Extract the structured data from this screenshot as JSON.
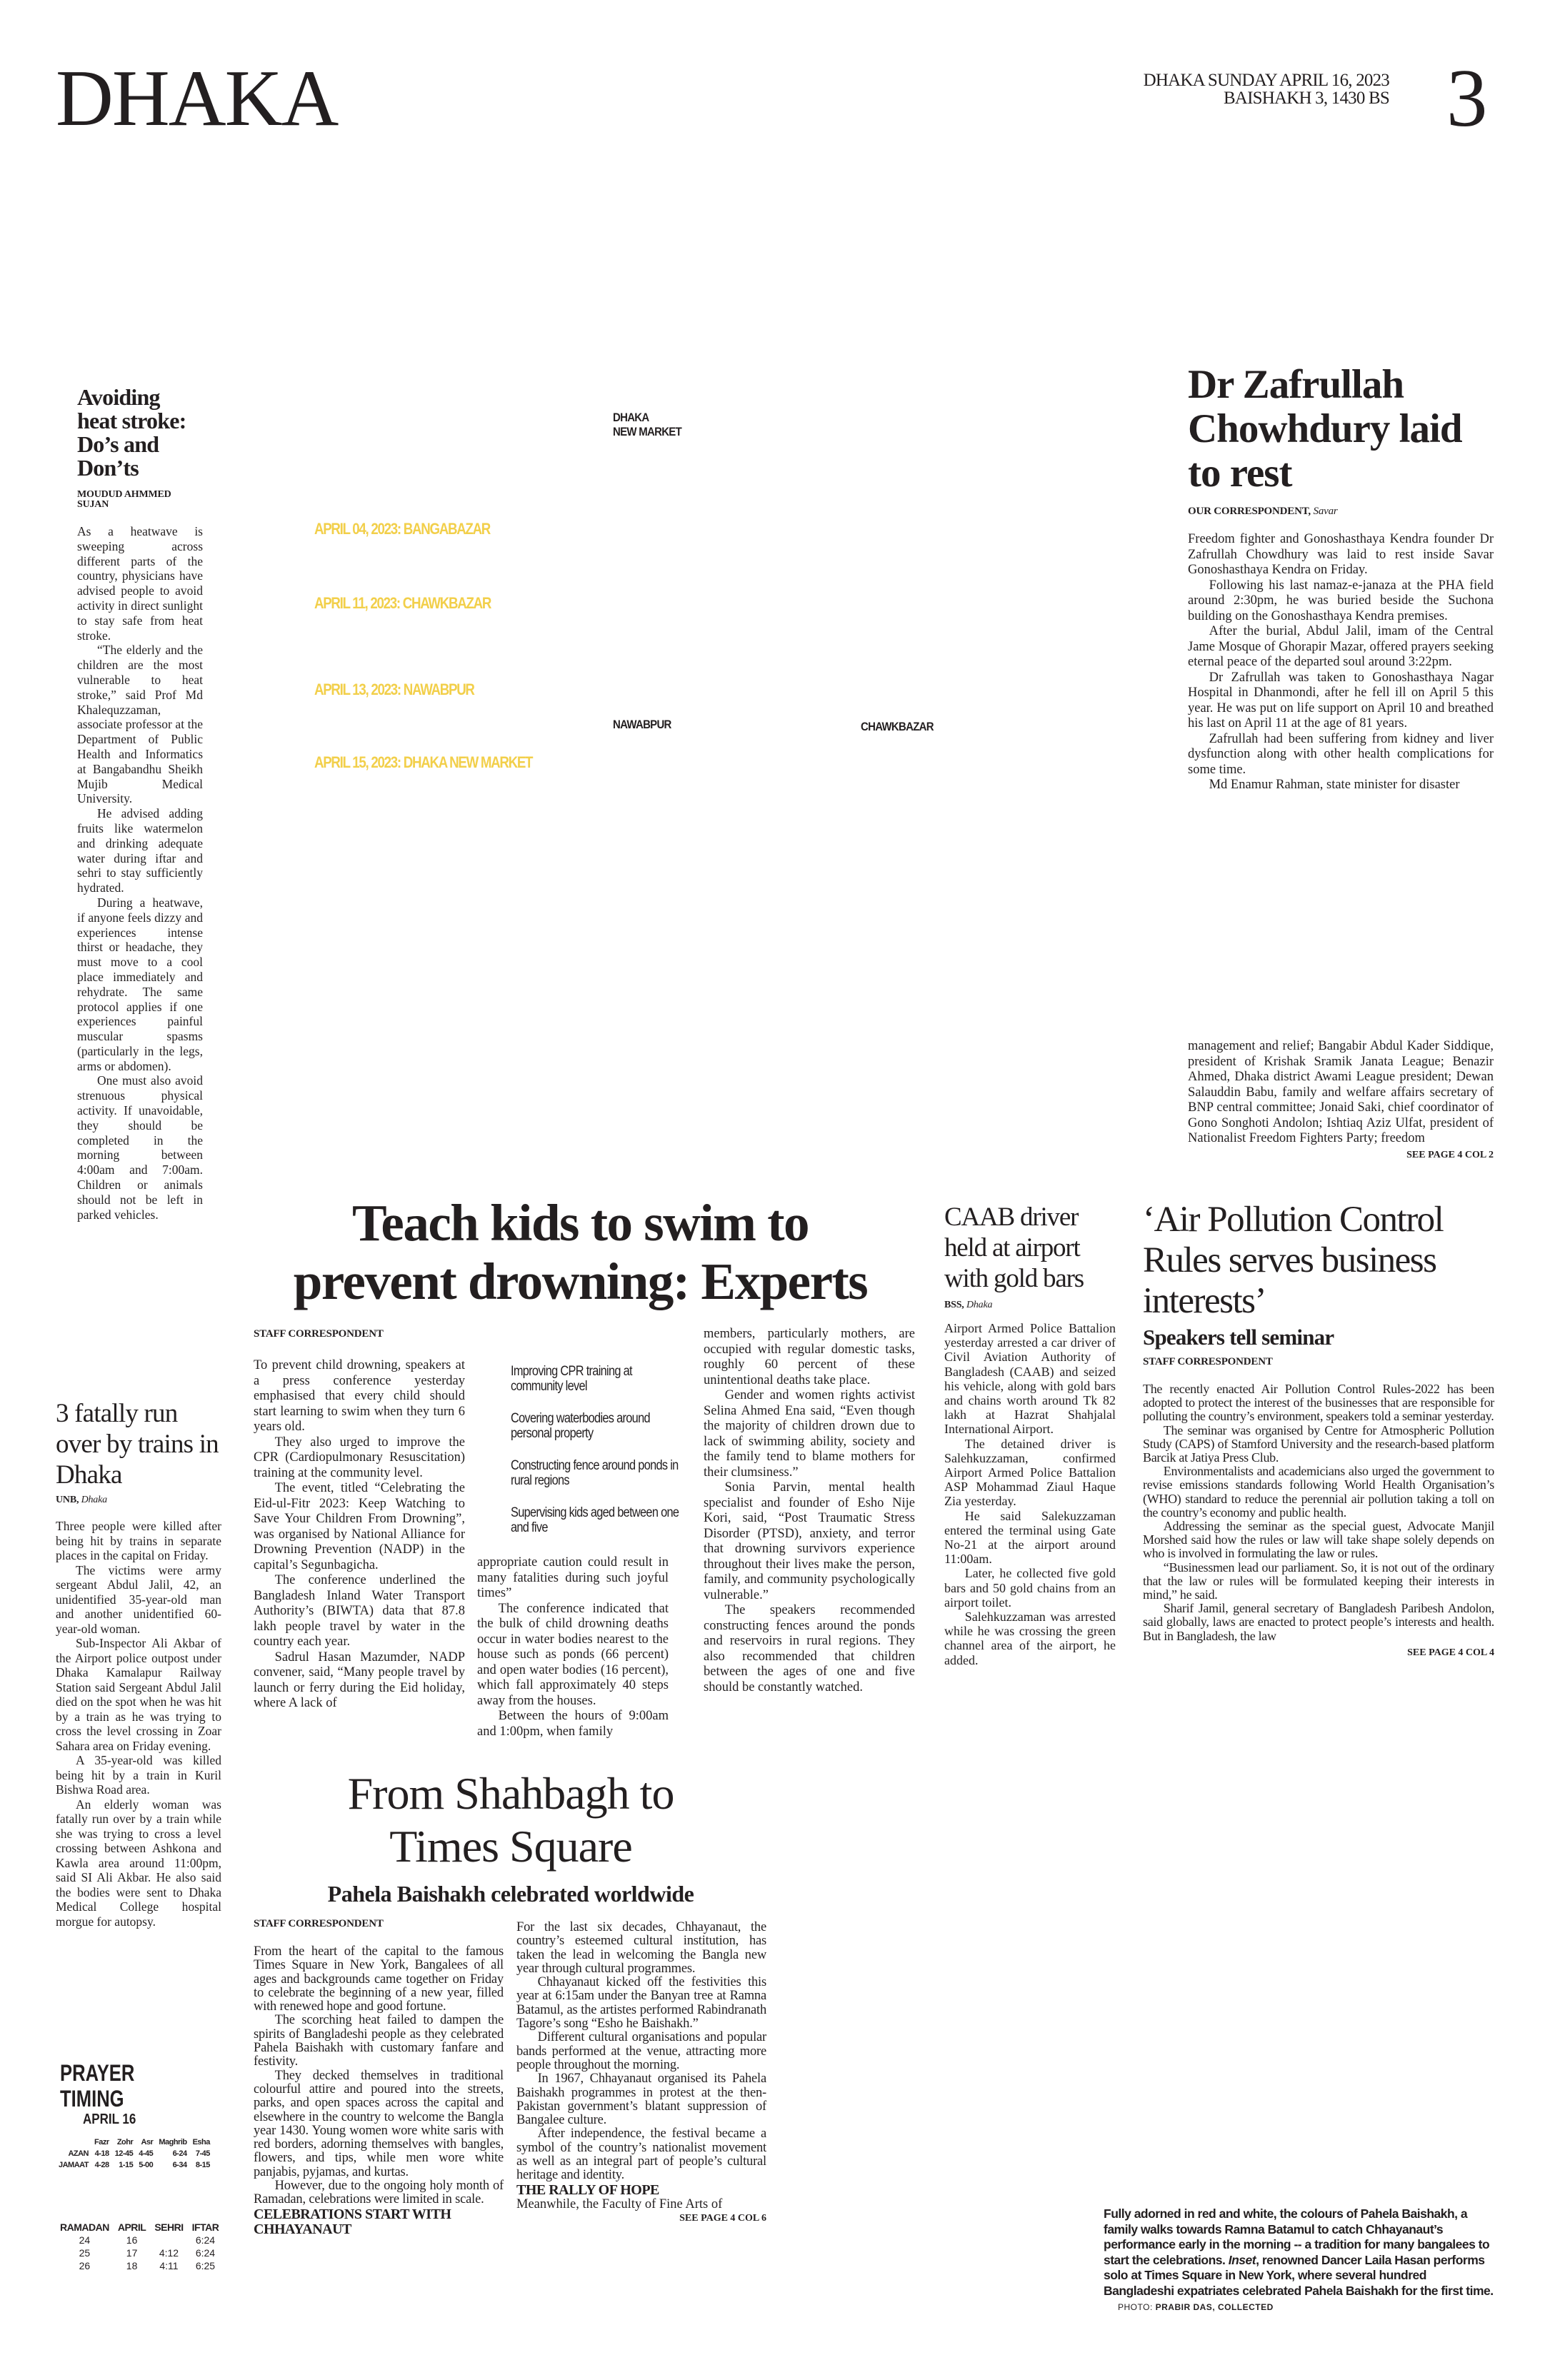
{
  "masthead": {
    "section": "DHAKA",
    "date_line1": "DHAKA SUNDAY APRIL 16, 2023",
    "date_line2": "BAISHAKH 3, 1430 BS",
    "page_number": "3"
  },
  "map": {
    "dates": [
      "APRIL 04, 2023: BANGABAZAR",
      "APRIL 11, 2023: CHAWKBAZAR",
      "APRIL 13, 2023: NAWABPUR",
      "APRIL 15, 2023: DHAKA NEW MARKET"
    ],
    "places": {
      "new_market_line1": "DHAKA",
      "new_market_line2": "NEW MARKET",
      "nawabpur": "NAWABPUR",
      "chawkbazar": "CHAWKBAZAR"
    },
    "accent_color": "#f2cf4a"
  },
  "heatstroke": {
    "headline": "Avoiding heat stroke: Do’s and Don’ts",
    "byline": "MOUDUD AHMMED SUJAN",
    "paragraphs": [
      "As a heatwave is sweeping across different parts of the country, physicians have advised people to avoid activity in direct sunlight to stay safe from heat stroke.",
      "“The elderly and the children are the most vulnerable to heat stroke,” said Prof Md Khalequzzaman, associate professor at the Department of Public Health and Informatics at Bangabandhu Sheikh Mujib Medical University.",
      "He advised adding fruits like watermelon and drinking adequate water during iftar and sehri to stay sufficiently hydrated.",
      "During a heatwave, if anyone feels dizzy and experiences intense thirst or headache, they must move to a cool place immediately and rehydrate. The same protocol applies if one experiences painful muscular spasms (particularly in the legs, arms or abdomen).",
      "One must also avoid strenuous physical activity. If unavoidable, they should be completed in the morning between 4:00am and 7:00am. Children or animals should not be left in parked vehicles."
    ]
  },
  "zafrullah": {
    "headline": "Dr Zafrullah Chowhdury laid to rest",
    "byline": "OUR CORRESPONDENT,",
    "dateline": "Savar",
    "paragraphs": [
      "Freedom fighter and Gonoshasthaya Kendra founder Dr Zafrullah Chowdhury was laid to rest inside Savar Gonoshasthaya Kendra on Friday.",
      "Following his last namaz-e-janaza at the PHA field around 2:30pm, he was buried beside the Suchona building on the Gonoshasthaya Kendra premises.",
      "After the burial, Abdul Jalil, imam of the Central Jame Mosque of Ghorapir Mazar, offered prayers seeking eternal peace of the departed soul around 3:22pm.",
      "Dr Zafrullah was taken to Gonoshasthaya Nagar Hospital in Dhanmondi, after he fell ill on April 5 this year. He was put on life support on April 10 and breathed his last on April 11 at the age of 81 years.",
      "Zafrullah had been suffering from kidney and liver dysfunction along with other health complications for some time.",
      "Md Enamur Rahman, state minister for disaster"
    ],
    "continued": [
      "management and relief; Bangabir Abdul Kader Siddique, president of Krishak Sramik Janata League; Benazir Ahmed, Dhaka district Awami League president; Dewan Salauddin Babu, family and welfare affairs secretary of BNP central committee; Jonaid Saki, chief coordinator of Gono Songhoti Andolon; Ishtiaq Aziz Ulfat, president of Nationalist Freedom Fighters Party; freedom"
    ],
    "see_page": "SEE PAGE 4 COL 2"
  },
  "drowning": {
    "headline_line1": "Teach kids to swim to",
    "headline_line2": "prevent drowning: Experts",
    "byline": "STAFF CORRESPONDENT",
    "col1": [
      "To prevent child drowning, speakers at a press conference yesterday emphasised that every child should start learning to swim when they turn 6 years old.",
      "They also urged to improve the CPR (Cardiopulmonary Resuscitation) training at the community level.",
      "The event, titled “Celebrating the Eid-ul-Fitr 2023: Keep Watching to Save Your Children From Drowning”, was organised by National Alliance for Drowning Prevention (NADP) in the capital’s Segunbagicha.",
      "The conference underlined the Bangladesh Inland Water Transport Authority’s (BIWTA) data that 87.8 lakh people travel by water in the country each year.",
      "Sadrul Hasan Mazumder, NADP convener, said, “Many people travel by launch or ferry during the Eid holiday, where A lack of"
    ],
    "bullets": [
      "Improving CPR training at community level",
      "Covering waterbodies around personal property",
      "Constructing fence around ponds in rural regions",
      "Supervising kids aged between one and five"
    ],
    "col2": [
      "appropriate caution could result in many fatalities during such joyful times”",
      "The conference indicated that the bulk of child drowning deaths occur in water bodies nearest to the house such as ponds (66 percent) and open water bodies (16 percent), which fall approximately 40 steps away from the houses.",
      "Between the hours of 9:00am and 1:00pm, when family"
    ],
    "col3": [
      "members, particularly mothers, are occupied with regular domestic tasks, roughly 60 percent of these unintentional deaths take place.",
      "Gender and women rights activist Selina Ahmed Ena said, “Even though the majority of children drown due to lack of swimming ability, society and the family tend to blame mothers for their clumsiness.”",
      "Sonia Parvin, mental health specialist and founder of Esho Nije Kori, said, “Post Traumatic Stress Disorder (PTSD), anxiety, and terror that drowning survivors experience throughout their lives make the person, family, and community psychologically vulnerable.”",
      "The speakers recommended constructing fences around the ponds and reservoirs in rural regions. They also recommended that children between the ages of one and five should be constantly watched."
    ]
  },
  "caab": {
    "headline": "CAAB driver held at airport with gold bars",
    "byline": "BSS,",
    "dateline": "Dhaka",
    "paragraphs": [
      "Airport Armed Police Battalion yesterday arrested a car driver of Civil Aviation Authority of Bangladesh (CAAB) and seized his vehicle, along with gold bars and chains worth around Tk 82 lakh at Hazrat Shahjalal International Airport.",
      "The detained driver is Salehkuzzaman, confirmed Airport Armed Police Battalion ASP Mohammad Ziaul Haque Zia yesterday.",
      "He said Salekuzzaman entered the terminal using Gate No-21 at the airport around 11:00am.",
      "Later, he collected five gold bars and 50 gold chains from an airport toilet.",
      "Salehkuzzaman was arrested while he was crossing the green channel area of the airport, he added."
    ]
  },
  "airpollution": {
    "headline": "‘Air Pollution Control Rules serves business interests’",
    "subhead": "Speakers tell seminar",
    "byline": "STAFF CORRESPONDENT",
    "paragraphs": [
      "The recently enacted Air Pollution Control Rules-2022 has been adopted to protect the interest of the businesses that are responsible for polluting the country’s environment, speakers told a seminar yesterday.",
      "The seminar was organised by Centre for Atmospheric Pollution Study (CAPS) of Stamford University and the research-based platform Barcik at Jatiya Press Club.",
      "Environmentalists and academicians also urged the government to revise emissions standards following World Health Organisation’s (WHO) standard to reduce the perennial air pollution taking a toll on the country’s economy and public health.",
      "Addressing the seminar as the special guest, Advocate Manjil Morshed said how the rules or law will take shape solely depends on who is involved in formulating the law or rules.",
      "“Businessmen lead our parliament. So, it is not out of the ordinary that the law or rules will be formulated keeping their interests in mind,” he said.",
      "Sharif Jamil, general secretary of Bangladesh Paribesh Andolon, said globally, laws are enacted to protect people’s interests and health. But in Bangladesh, the law"
    ],
    "see_page": "SEE PAGE 4 COL 4"
  },
  "trains": {
    "headline": "3 fatally run over by trains in Dhaka",
    "byline": "UNB,",
    "dateline": "Dhaka",
    "paragraphs": [
      "Three people were killed after being hit by trains in separate places in the capital on Friday.",
      "The victims were army sergeant Abdul Jalil, 42, an unidentified 35-year-old man and another unidentified 60-year-old woman.",
      "Sub-Inspector Ali Akbar of the Airport police outpost under Dhaka Kamalapur Railway Station said Sergeant Abdul Jalil died on the spot when he was hit by a train as he was trying to cross the level crossing in Zoar Sahara area on Friday evening.",
      "A 35-year-old was killed being hit by a train in Kuril Bishwa Road area.",
      "An elderly woman was fatally run over by a train while she was trying to cross a level crossing between Ashkona and Kawla area around 11:00pm, said SI Ali Akbar. He also said the bodies were sent to Dhaka Medical College hospital morgue for autopsy."
    ]
  },
  "prayer": {
    "title_line1": "PRAYER",
    "title_line2": "TIMING",
    "date": "APRIL 16",
    "headers": [
      "",
      "Fazr",
      "Zohr",
      "Asr",
      "Maghrib",
      "Esha"
    ],
    "rows": [
      [
        "AZAN",
        "4-18",
        "12-45",
        "4-45",
        "6-24",
        "7-45"
      ],
      [
        "JAMAAT",
        "4-28",
        "1-15",
        "5-00",
        "6-34",
        "8-15"
      ]
    ],
    "ramadan_headers": [
      "RAMADAN",
      "APRIL",
      "SEHRI",
      "IFTAR"
    ],
    "ramadan_rows": [
      [
        "24",
        "16",
        "",
        "6:24"
      ],
      [
        "25",
        "17",
        "4:12",
        "6:24"
      ],
      [
        "26",
        "18",
        "4:11",
        "6:25"
      ]
    ]
  },
  "baishakh": {
    "headline_line1": "From Shahbagh to",
    "headline_line2": "Times Square",
    "subhead": "Pahela Baishakh celebrated worldwide",
    "byline": "STAFF CORRESPONDENT",
    "col1": [
      "From the heart of the capital to the famous Times Square in New York, Bangalees of all ages and backgrounds came together on Friday to celebrate the beginning of a new year, filled with renewed hope and good fortune.",
      "The scorching heat failed to dampen the spirits of Bangladeshi people as they celebrated Pahela Baishakh with customary fanfare and festivity.",
      "They decked themselves in traditional colourful attire and poured into the streets, parks, and open spaces across the capital and elsewhere in the country to welcome the Bangla year 1430. Young women wore white saris with red borders, adorning themselves with bangles, flowers, and tips, while men wore white panjabis, pyjamas, and kurtas.",
      "However, due to the ongoing holy month of Ramadan, celebrations were limited in scale."
    ],
    "subhead1": "CELEBRATIONS START WITH CHHAYANAUT",
    "col2": [
      "For the last six decades, Chhayanaut, the country’s esteemed cultural institution, has taken the lead in welcoming the Bangla new year through cultural programmes.",
      "Chhayanaut kicked off the festivities this year at 6:15am under the Banyan tree at Ramna Batamul, as the artistes performed Rabindranath Tagore’s song “Esho he Baishakh.”",
      "Different cultural organisations and popular bands performed at the venue, attracting more people throughout the morning.",
      "In 1967, Chhayanaut organised its Pahela Baishakh programmes in protest at the then-Pakistan government’s blatant suppression of Bangalee culture.",
      "After independence, the festival became a symbol of the country’s nationalist movement as well as an integral part of people’s cultural heritage and identity."
    ],
    "subhead2": "THE RALLY OF HOPE",
    "col2_tail": [
      "Meanwhile, the Faculty of Fine Arts of"
    ],
    "see_page": "SEE PAGE 4 COL 6"
  },
  "caption": {
    "text_before_inset": "Fully adorned in red and white, the colours of Pahela Baishakh, a family walks towards Ramna Batamul to catch Chhayanaut’s performance early in the morning -- a tradition for many bangalees to start the celebrations. ",
    "inset": "Inset",
    "text_after_inset": ", renowned Dancer Laila Hasan performs solo at Times Square in New York, where several hundred Bangladeshi expatriates celebrated Pahela Baishakh for the first time.",
    "photo_label": "PHOTO:",
    "photo_credit": "PRABIR DAS, COLLECTED"
  }
}
